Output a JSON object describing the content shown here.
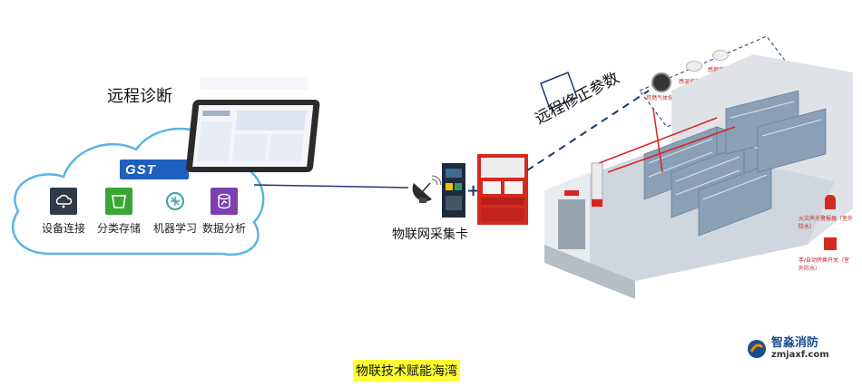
{
  "cloud": {
    "title": "远程诊断",
    "logo": "GST",
    "items": [
      {
        "label": "设备连接",
        "icon": "cloud-connect-icon",
        "color": "#2f3a4a"
      },
      {
        "label": "分类存储",
        "icon": "bucket-icon",
        "color": "#3aa635"
      },
      {
        "label": "机器学习",
        "icon": "brain-icon",
        "color": "#ffffff"
      },
      {
        "label": "数据分析",
        "icon": "database-chart-icon",
        "color": "#7b3fb0"
      }
    ]
  },
  "iot": {
    "label": "物联网采集卡"
  },
  "remote_fix": {
    "label": "远程修正参数"
  },
  "room_tags": {
    "a": "可燃气体探测器",
    "b": "感温探测器",
    "c": "感烟探测器",
    "d": "火灾声光警报器（室外防水）",
    "e": "手/自动转换开关（室外防水）"
  },
  "footer": {
    "text": "物联技术赋能海湾"
  },
  "brand": {
    "name": "智淼消防",
    "url": "zmjaxf.com"
  }
}
